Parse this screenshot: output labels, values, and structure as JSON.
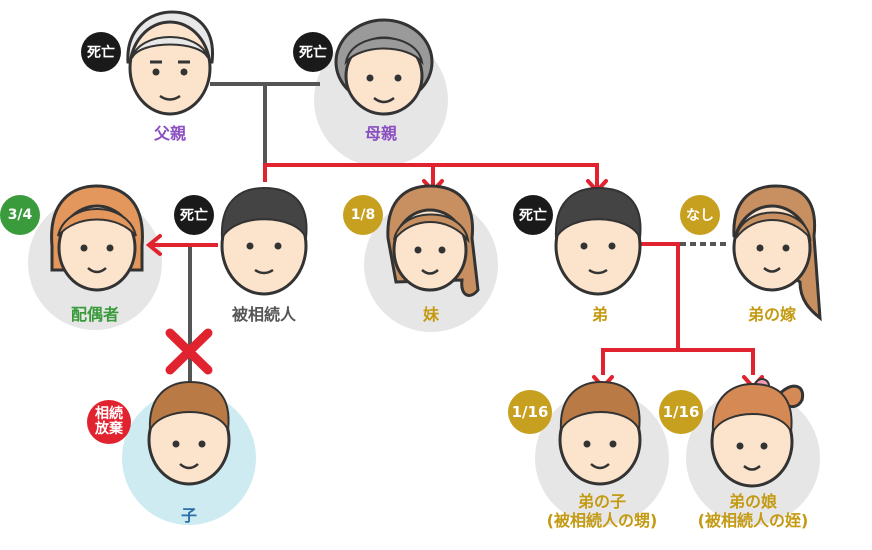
{
  "colors": {
    "purple": "#8a4fc0",
    "green": "#3a9b3c",
    "gray_text": "#555555",
    "gold": "#c49a12",
    "blue": "#2a6fa8",
    "red": "#e0232f",
    "black_badge": "#1a1a1a",
    "gold_badge": "#c7a020",
    "green_badge": "#3a9b3c",
    "red_badge": "#e0232f",
    "line_gray": "#555555",
    "line_red": "#e0232f",
    "circle_gray": "#e6e6e6",
    "circle_blue": "#cdebf0",
    "skin": "#fbe3cc"
  },
  "people": {
    "father": {
      "label": "父親"
    },
    "mother": {
      "label": "母親"
    },
    "spouse": {
      "label": "配偶者"
    },
    "decedent": {
      "label": "被相続人"
    },
    "sister": {
      "label": "妹"
    },
    "brother": {
      "label": "弟"
    },
    "brother_wife": {
      "label": "弟の嫁"
    },
    "child": {
      "label": "子"
    },
    "nephew": {
      "label": "弟の子",
      "label2": "(被相続人の甥)"
    },
    "niece": {
      "label": "弟の娘",
      "label2": "(被相続人の姪)"
    }
  },
  "badges": {
    "father": "死亡",
    "mother": "死亡",
    "decedent": "死亡",
    "brother": "死亡",
    "spouse": "3/4",
    "sister": "1/8",
    "brother_wife": "なし",
    "nephew": "1/16",
    "niece": "1/16",
    "child_line1": "相続",
    "child_line2": "放棄"
  }
}
